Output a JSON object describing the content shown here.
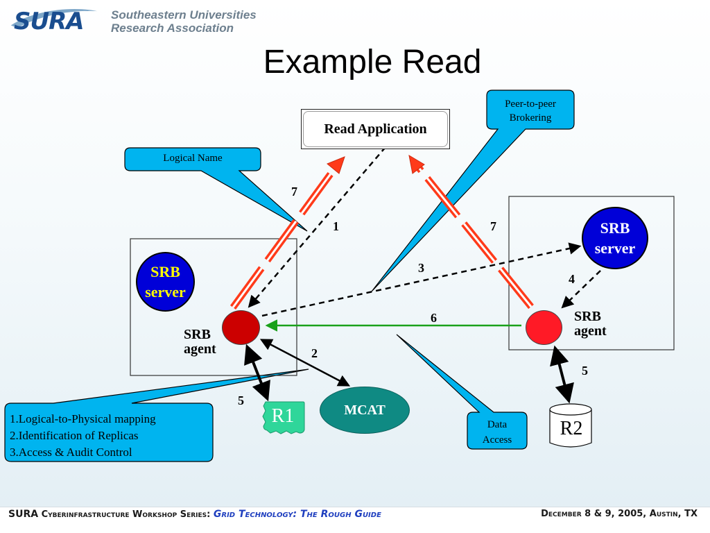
{
  "header": {
    "logo_text": "SURA",
    "org_line1": "Southeastern Universities",
    "org_line2": "Research Association"
  },
  "slide": {
    "title": "Example Read"
  },
  "diagram": {
    "read_application": "Read Application",
    "left_server": {
      "line1": "SRB",
      "line2": "server"
    },
    "right_server": {
      "line1": "SRB",
      "line2": "server"
    },
    "left_agent": {
      "line1": "SRB",
      "line2": "agent"
    },
    "right_agent": {
      "line1": "SRB",
      "line2": "agent"
    },
    "mcat": "MCAT",
    "r1": "R1",
    "r2": "R2",
    "step_labels": {
      "s7_left": "7",
      "s1": "1",
      "s7_right": "7",
      "s3": "3",
      "s4": "4",
      "s6": "6",
      "s2": "2",
      "s5_left": "5",
      "s5_right": "5"
    },
    "callouts": {
      "logical_name": "Logical Name",
      "peer_line1": "Peer-to-peer",
      "peer_line2": "Brokering",
      "data_line1": "Data",
      "data_line2": "Access",
      "list": [
        "1.Logical-to-Physical mapping",
        "2.Identification of Replicas",
        "3.Access & Audit Control"
      ]
    },
    "colors": {
      "callout_fill": "#00b4ef",
      "server_fill": "#0000d8",
      "left_server_text": "#ffff00",
      "agent_left": "#cc0000",
      "agent_right": "#ff1a26",
      "arrow_red": "#ff3a1a",
      "arrow_green": "#1aa11a",
      "mcat_fill": "#0f8a83",
      "r1_fill": "#2fd69a"
    }
  },
  "footer": {
    "org": "SURA",
    "series": "Cyberinfrastructure Workshop Series:",
    "subtitle": "Grid Technology: The Rough Guide",
    "date_place": "December 8 & 9, 2005, Austin, TX"
  }
}
